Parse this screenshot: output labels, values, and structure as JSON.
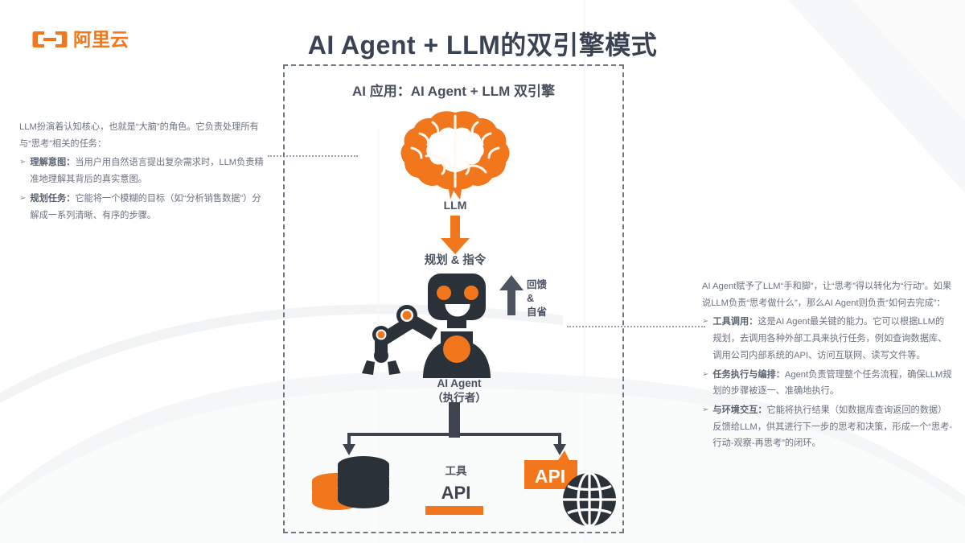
{
  "brand": {
    "logo_text": "阿里云",
    "logo_icon": "alibaba-cloud-logo-icon",
    "accent_color": "#F2761B",
    "dark_color": "#2b3138"
  },
  "slide": {
    "title": "AI Agent + LLM的双引擎模式"
  },
  "diagram": {
    "heading": "AI 应用：AI Agent + LLM 双引擎",
    "llm_label": "LLM",
    "brain_icon": "brain-icon",
    "plan_arrow_icon": "arrow-down-icon",
    "plan_label": "规划 & 指令",
    "robot_icon": "robot-icon",
    "feedback_arrow_icon": "arrow-up-icon",
    "feedback_label": "回馈\n&\n自省",
    "feedback_label_lines": [
      "回馈",
      "&",
      "自省"
    ],
    "agent_label_line1": "AI Agent",
    "agent_label_line2": "（执行者）",
    "tool_label": "工具",
    "api_text": "API",
    "database_icon": "database-icon",
    "api_badge_icon": "api-badge-icon",
    "api_badge_text": "API",
    "globe_icon": "globe-icon",
    "branch_arrow_icon": "branch-arrow-icon"
  },
  "left_panel": {
    "intro": "LLM扮演着认知核心，也就是“大脑”的角色。它负责处理所有与“思考”相关的任务：",
    "bullets": [
      {
        "marker": "➢",
        "term": "理解意图：",
        "text": "当用户用自然语言提出复杂需求时，LLM负责精准地理解其背后的真实意图。"
      },
      {
        "marker": "➢",
        "term": "规划任务：",
        "text": "它能将一个模糊的目标（如“分析销售数据”）分解成一系列清晰、有序的步骤。"
      }
    ]
  },
  "right_panel": {
    "intro": "AI Agent赋予了LLM“手和脚”，让“思考”得以转化为“行动”。如果说LLM负责“思考做什么”，那么AI Agent则负责“如何去完成”：",
    "bullets": [
      {
        "marker": "➢",
        "term": "工具调用：",
        "text": "这是AI Agent最关键的能力。它可以根据LLM的规划，去调用各种外部工具来执行任务，例如查询数据库、调用公司内部系统的API、访问互联网、读写文件等。"
      },
      {
        "marker": "➢",
        "term": "任务执行与编排：",
        "text": "Agent负责管理整个任务流程，确保LLM规划的步骤被逐一、准确地执行。"
      },
      {
        "marker": "➢",
        "term": "与环境交互：",
        "text": "它能将执行结果（如数据库查询返回的数据）反馈给LLM，供其进行下一步的思考和决策，形成一个“思考-行动-观察-再思考”的闭环。"
      }
    ]
  }
}
